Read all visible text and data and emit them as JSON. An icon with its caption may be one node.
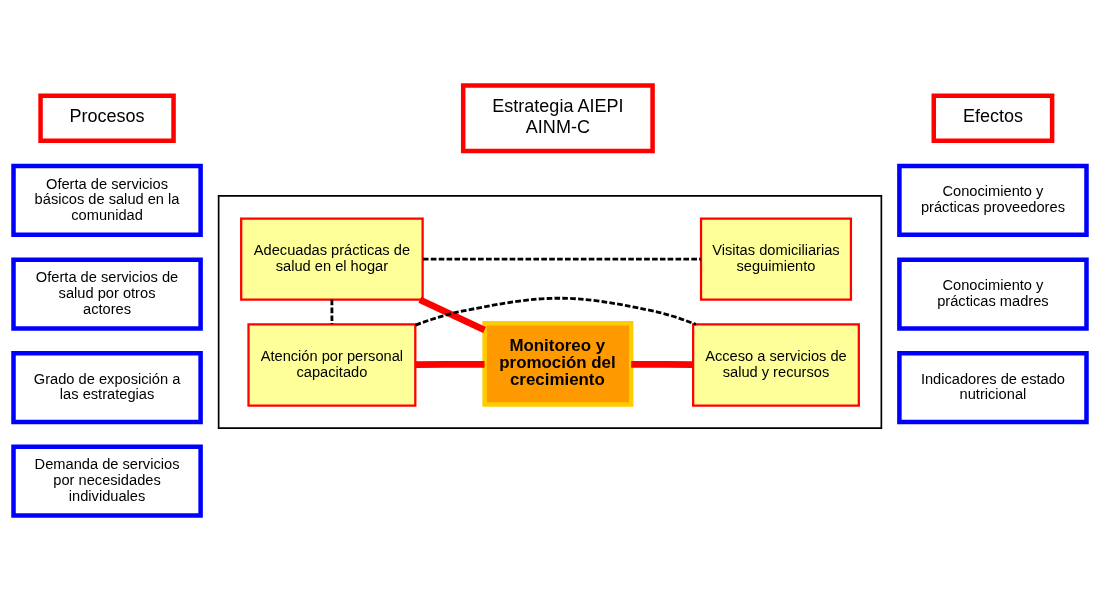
{
  "diagram": {
    "nodes": [
      {
        "text": [
          "Procesos"
        ]
      },
      {
        "text": [
          "Estrategia AIEPI AINM-C"
        ]
      },
      {
        "text": [
          "Efectos"
        ]
      },
      {
        "text": [
          "Oferta de servicios básicos de salud en la comunidad"
        ]
      },
      {
        "text": [
          "Oferta de servicios de salud por otros actores"
        ]
      },
      {
        "text": [
          "Grado de exposición a las estrategias"
        ]
      },
      {
        "text": [
          "Demanda de servicios por necesidades individuales"
        ]
      },
      {
        "text": [],
        "shape": "box"
      },
      {
        "text": [
          "Adecuadas prácticas de salud en el hogar"
        ],
        "in": 7
      },
      {
        "text": [
          "Visitas domiciliarias seguimiento"
        ],
        "in": 7
      },
      {
        "text": [
          "Monitoreo y promoción del crecimiento"
        ],
        "in": 7
      },
      {
        "text": [
          "Atención por personal capacitado"
        ],
        "in": 7
      },
      {
        "text": [
          "Acceso a servicios de salud y recursos"
        ],
        "in": 7
      },
      {
        "text": [
          "Conocimiento y prácticas proveedores"
        ]
      },
      {
        "text": [
          "Conocimiento y prácticas madres"
        ]
      },
      {
        "text": [
          "Indicadores de estado nutricional"
        ]
      }
    ],
    "edges": [
      {
        "from": 8,
        "to": 9,
        "arrow": "none",
        "style": "dashed",
        "color": "#000000"
      },
      {
        "from": 8,
        "to": 11,
        "arrow": "none",
        "style": "dashed",
        "color": "#000000"
      },
      {
        "from": 11,
        "to": 12,
        "arrow": "none",
        "style": "dashed",
        "color": "#000000"
      },
      {
        "from": 8,
        "to": 10,
        "arrow": "none",
        "style": "thick",
        "color": "#ff0000"
      },
      {
        "from": 11,
        "to": 10,
        "arrow": "none",
        "style": "thick",
        "color": "#ff0000"
      },
      {
        "from": 10,
        "to": 12,
        "arrow": "none",
        "style": "thick",
        "color": "#ff0000"
      }
    ]
  }
}
